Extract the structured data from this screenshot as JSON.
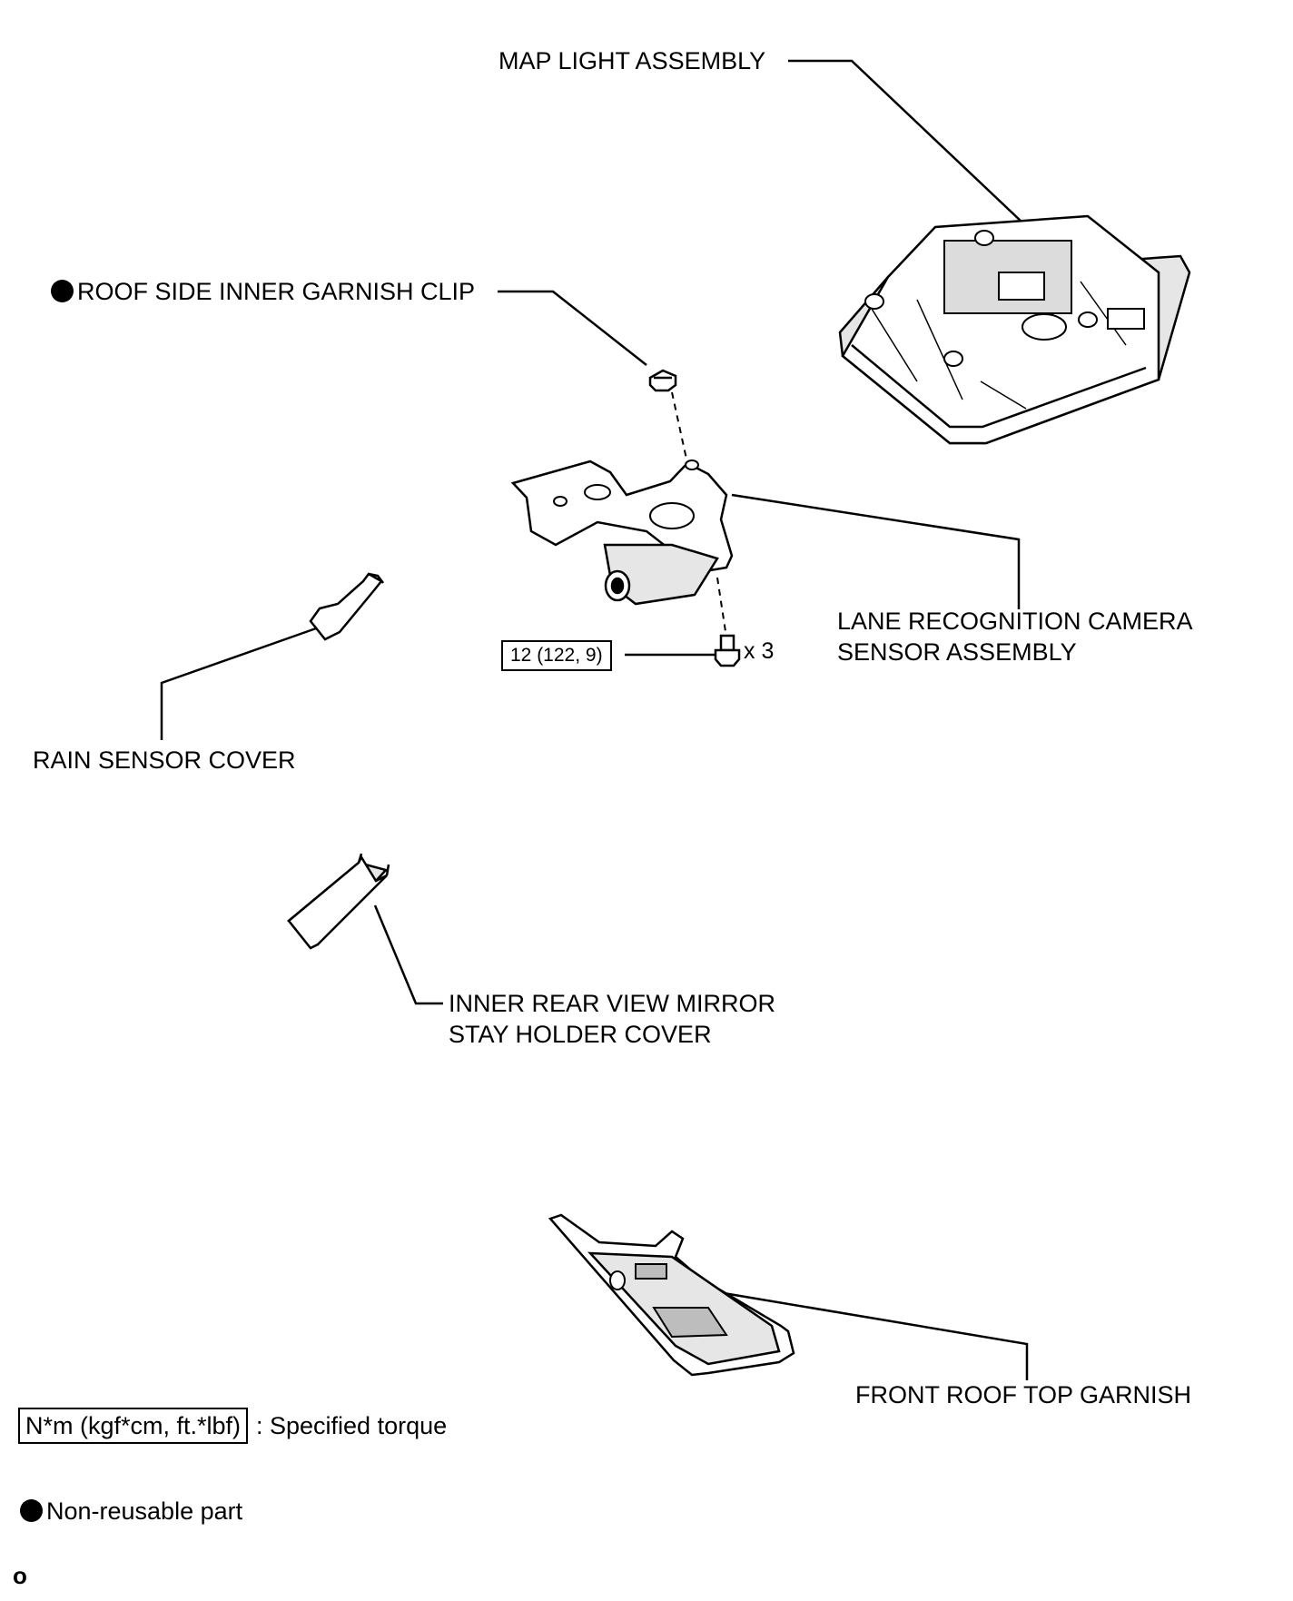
{
  "labels": {
    "map_light": "MAP LIGHT ASSEMBLY",
    "roof_clip": "ROOF SIDE INNER GARNISH CLIP",
    "camera_line1": "LANE RECOGNITION CAMERA",
    "camera_line2": "SENSOR ASSEMBLY",
    "rain_cover": "RAIN SENSOR COVER",
    "mirror_line1": "INNER REAR VIEW MIRROR",
    "mirror_line2": "STAY HOLDER COVER",
    "front_garnish": "FRONT ROOF TOP GARNISH"
  },
  "torque": {
    "value": "12 (122, 9)",
    "quantity": "x 3"
  },
  "legend": {
    "torque_box": "N*m (kgf*cm, ft.*lbf)",
    "torque_desc": ": Specified torque",
    "nonreusable": "Non-reusable part"
  },
  "footer": {
    "code": "o"
  },
  "icons": {
    "non_reusable_marker": "filled-circle-icon"
  }
}
